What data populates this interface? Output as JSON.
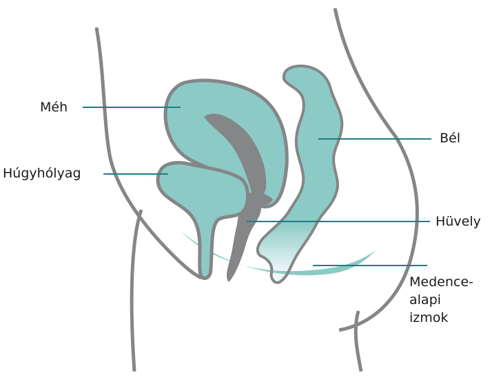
{
  "colors": {
    "organ_fill": "#8ccac6",
    "outline": "#848688",
    "pointer": "#1d7d80",
    "text": "#1a1a1a"
  },
  "labels": {
    "meh": "Méh",
    "hugyholyag": "Húgyhólyag",
    "bel": "Bél",
    "huvely": "Hüvely",
    "medencealapi_line1": "Medence-",
    "medencealapi_line2": "alapi",
    "medencealapi_line3": "izmok"
  }
}
